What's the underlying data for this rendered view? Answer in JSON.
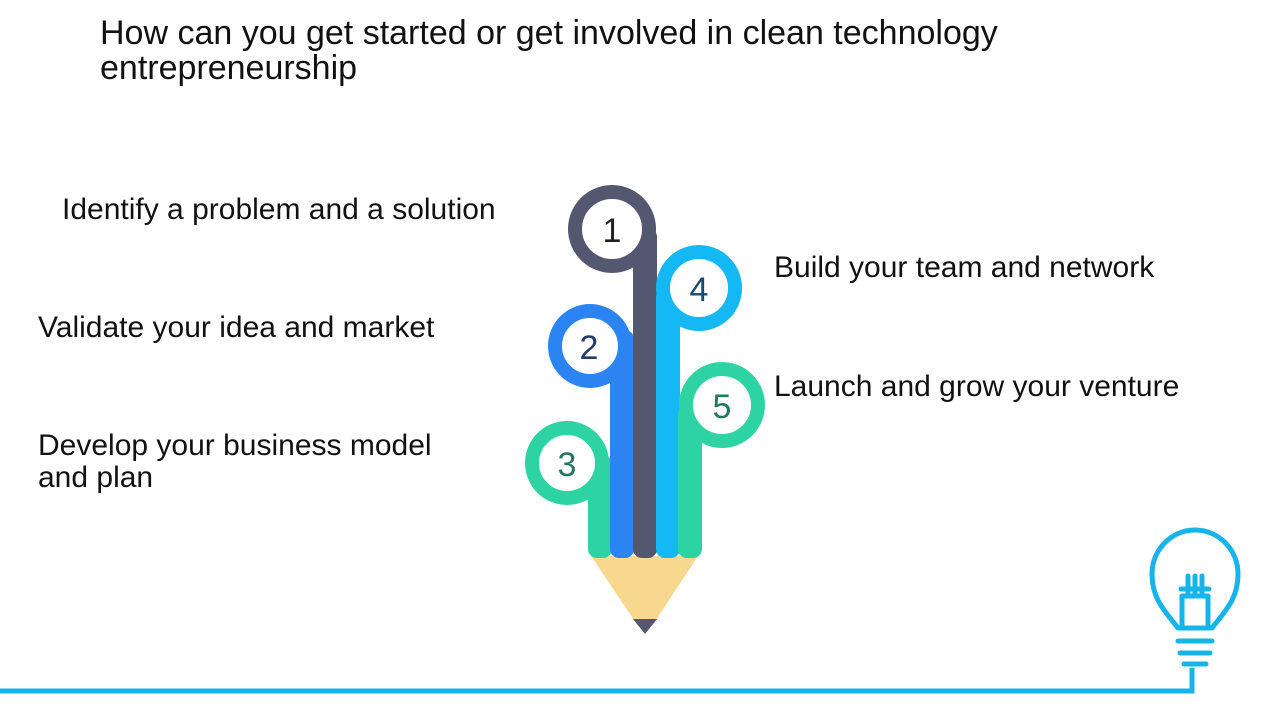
{
  "title": "How can you get started or get involved in clean technology entrepreneurship",
  "steps": [
    {
      "number": "1",
      "label": "Identify a problem and a solution",
      "color": "#545770"
    },
    {
      "number": "2",
      "label": "Validate your idea and market",
      "color": "#2c84f2"
    },
    {
      "number": "3",
      "label": "Develop your business model and plan",
      "color": "#2ed3a3"
    },
    {
      "number": "4",
      "label": "Build your team and network",
      "color": "#13b8f5"
    },
    {
      "number": "5",
      "label": "Launch and grow your venture",
      "color": "#2ed3a3"
    }
  ],
  "colors": {
    "pencil_wood": "#f7d88e",
    "pencil_tip": "#545770",
    "accent_line": "#16b4e8"
  },
  "icons": [
    "pencil-icon",
    "lightbulb-icon"
  ]
}
